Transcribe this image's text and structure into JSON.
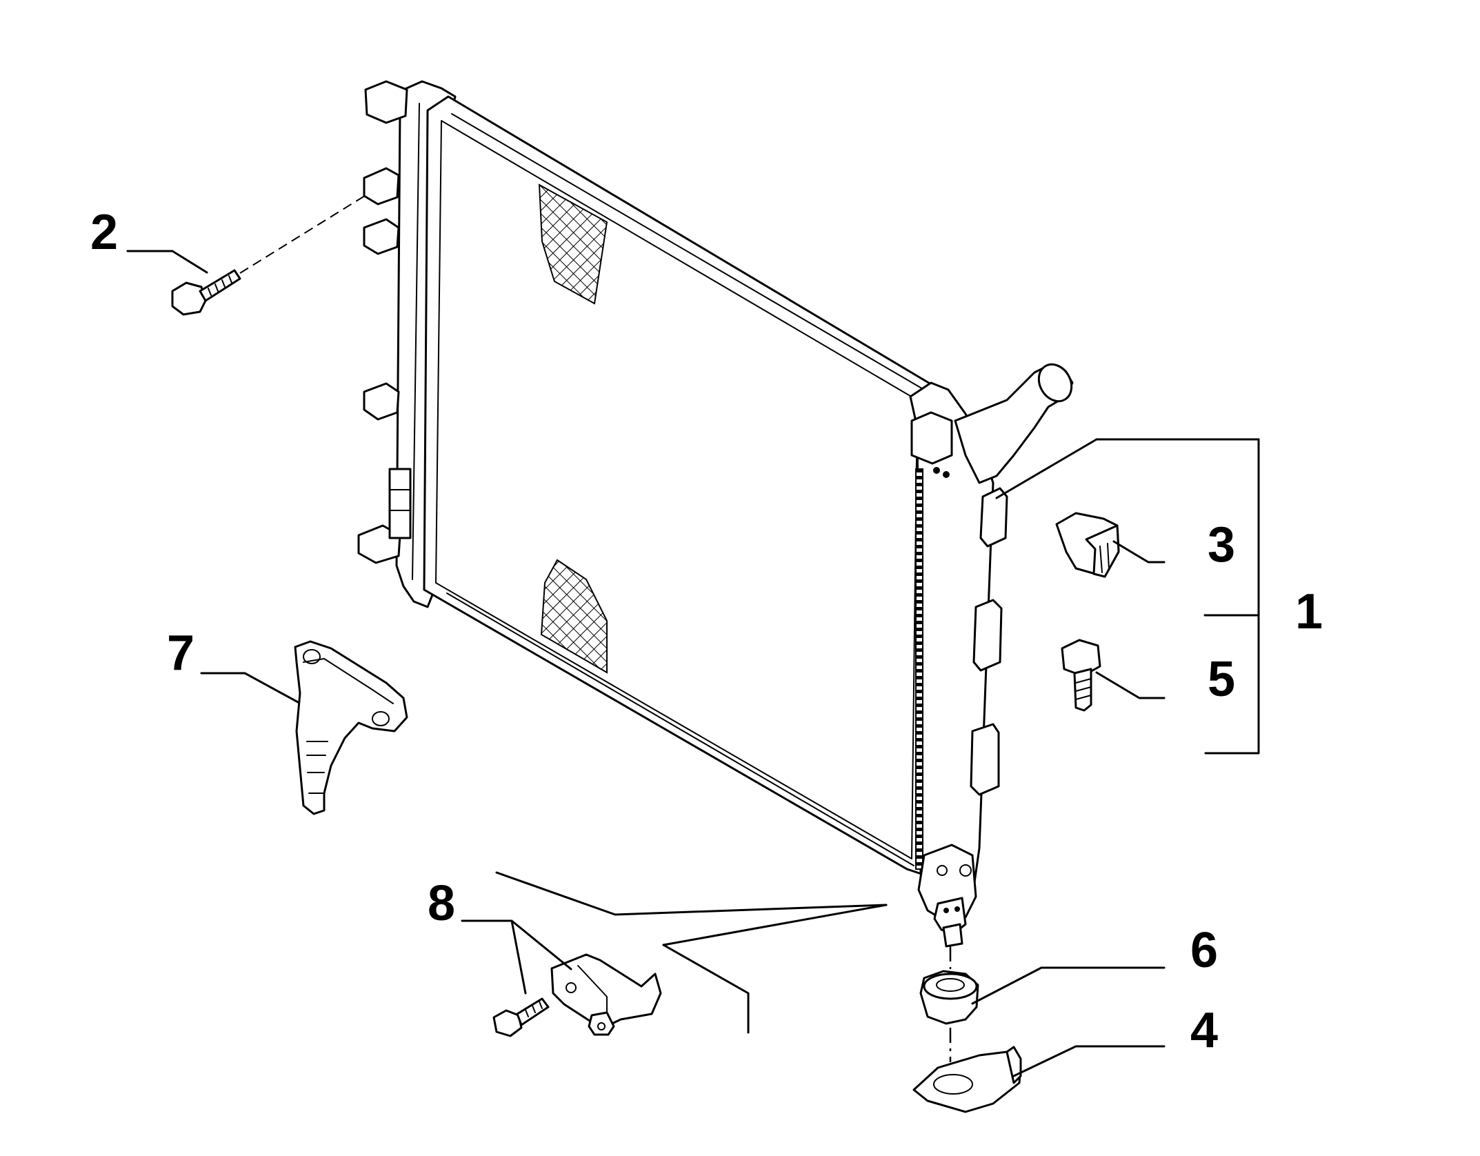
{
  "diagram": {
    "callouts": [
      {
        "id": "c1",
        "text": "1"
      },
      {
        "id": "c2",
        "text": "2"
      },
      {
        "id": "c3",
        "text": "3"
      },
      {
        "id": "c4",
        "text": "4"
      },
      {
        "id": "c5",
        "text": "5"
      },
      {
        "id": "c6",
        "text": "6"
      },
      {
        "id": "c7",
        "text": "7"
      },
      {
        "id": "c8",
        "text": "8"
      }
    ]
  }
}
